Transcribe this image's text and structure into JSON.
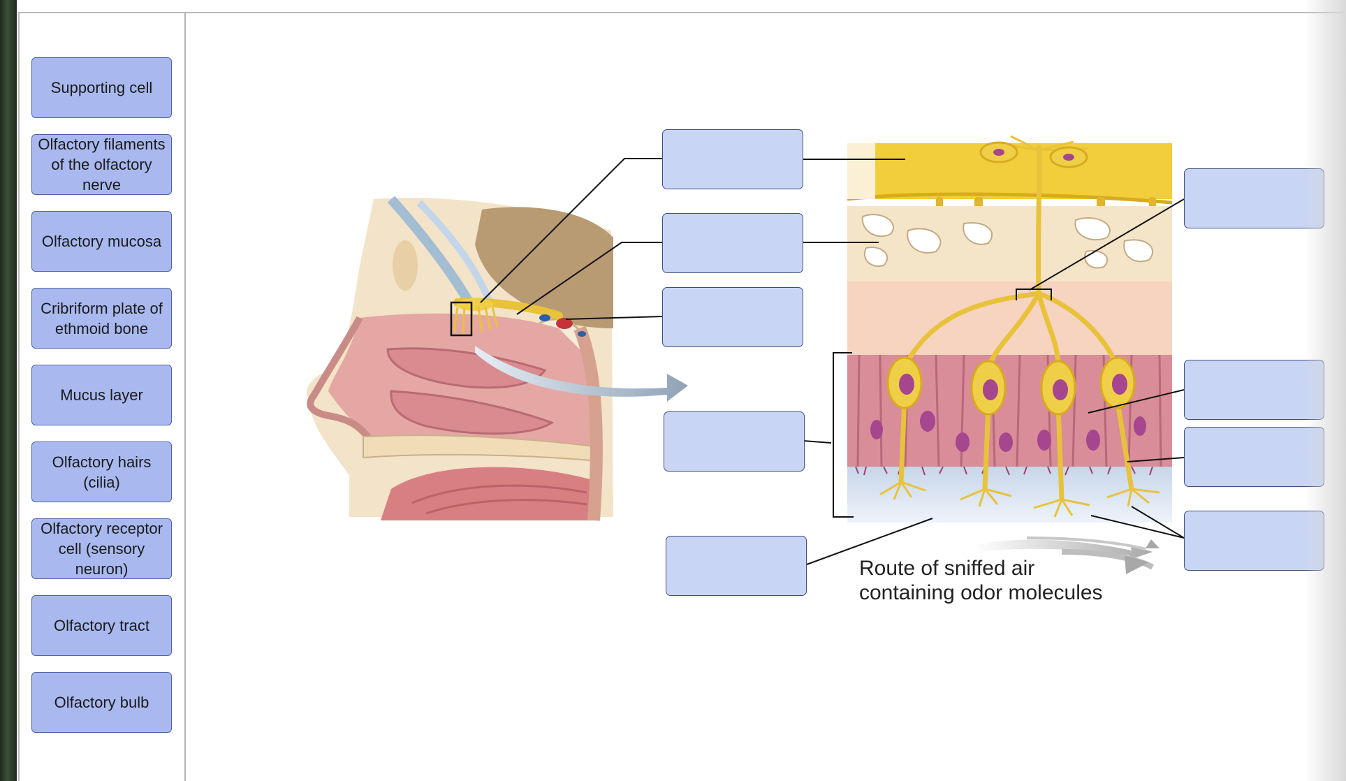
{
  "word_bank": {
    "terms": [
      {
        "label": "Supporting cell"
      },
      {
        "label": "Olfactory filaments of the olfactory nerve"
      },
      {
        "label": "Olfactory mucosa"
      },
      {
        "label": "Cribriform plate of ethmoid bone"
      },
      {
        "label": "Mucus layer"
      },
      {
        "label": "Olfactory hairs (cilia)"
      },
      {
        "label": "Olfactory receptor cell (sensory neuron)"
      },
      {
        "label": "Olfactory tract"
      },
      {
        "label": "Olfactory bulb"
      }
    ]
  },
  "diagram": {
    "caption_line1": "Route of sniffed air",
    "caption_line2": "containing odor molecules"
  },
  "drop_targets": {
    "count": 9
  },
  "colors": {
    "term_fill": "#a9b9f0",
    "drop_fill": "#c9d5f4",
    "nerve": "#e8c23a",
    "bone": "#f2e1c4",
    "mucosa": "#d98b8f"
  }
}
